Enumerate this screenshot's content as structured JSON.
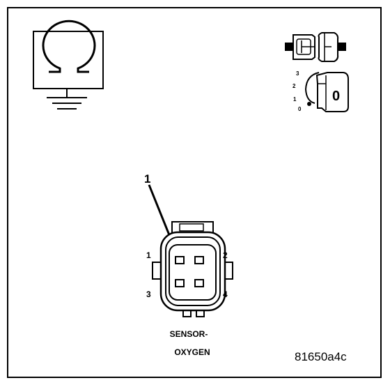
{
  "symbols": {
    "ohmmeter": "ohm-ground-symbol-icon",
    "disconnect": "connector-disconnected-icon",
    "ignition": "ignition-key-off-icon"
  },
  "ignition": {
    "positions": [
      "3",
      "2",
      "1",
      "0"
    ],
    "key_label": "0"
  },
  "callout": {
    "number": "1"
  },
  "connector": {
    "pins": [
      "1",
      "2",
      "3",
      "4"
    ],
    "name_line1": "SENSOR-",
    "name_line2": "OXYGEN"
  },
  "figure_id": "81650a4c"
}
